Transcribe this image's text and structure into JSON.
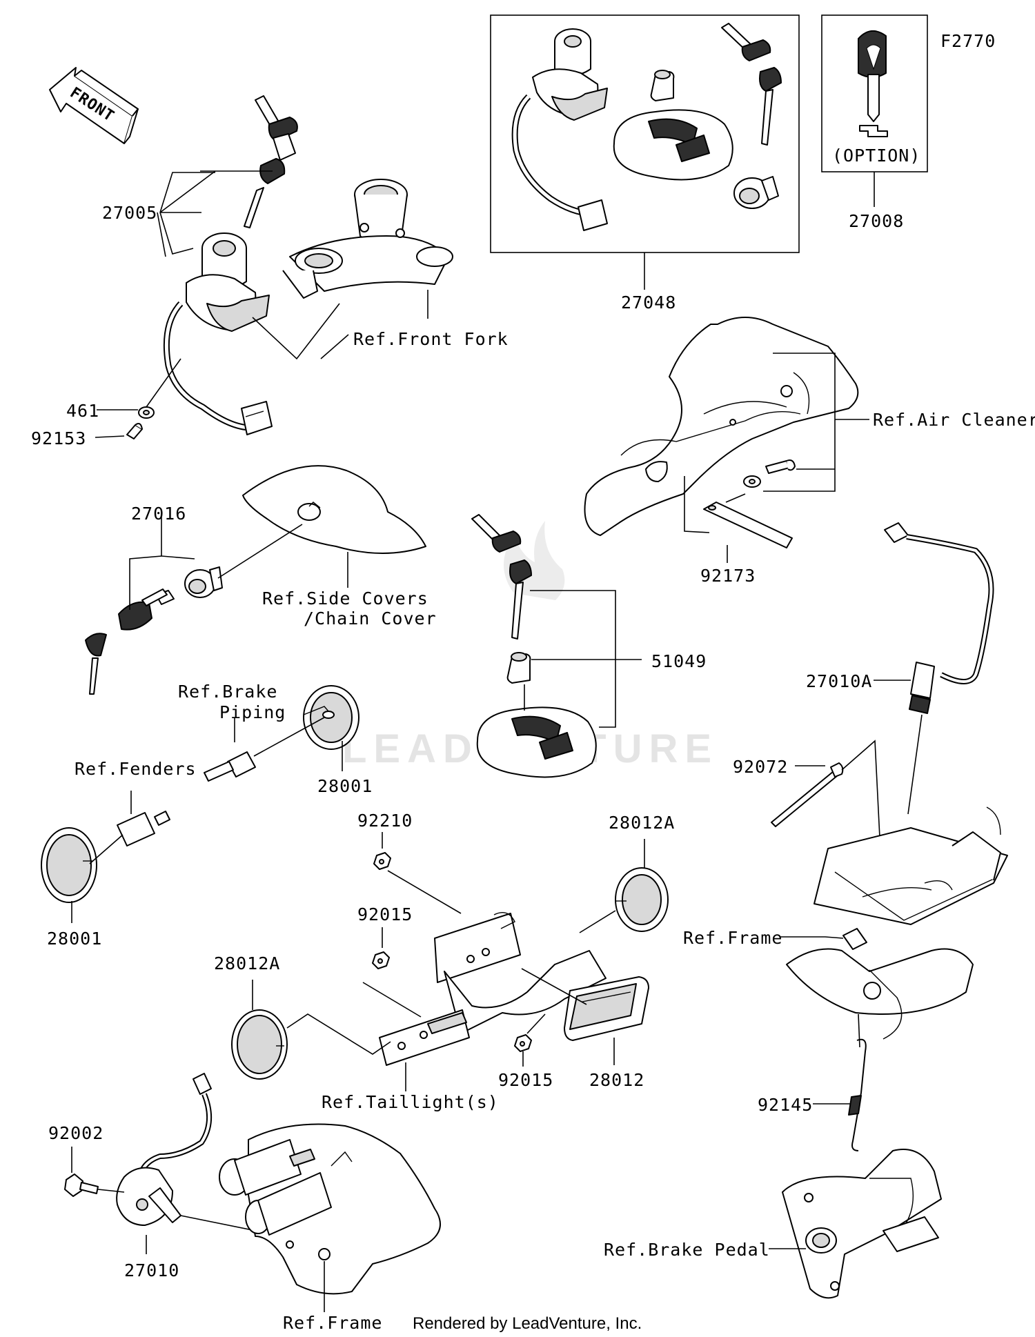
{
  "figure_code": "F2770",
  "front_arrow": "FRONT",
  "option_label": "(OPTION)",
  "watermark": "LEADVENTURE",
  "credit": "Rendered by LeadVenture, Inc.",
  "parts": {
    "p27005": "27005",
    "p461": "461",
    "p92153": "92153",
    "p27048": "27048",
    "p27008": "27008",
    "p27016": "27016",
    "p92173": "92173",
    "p51049": "51049",
    "p27010A": "27010A",
    "p28001a": "28001",
    "p28001b": "28001",
    "p92072": "92072",
    "p92210": "92210",
    "p28012Aa": "28012A",
    "p28012Ab": "28012A",
    "p92015a": "92015",
    "p92015b": "92015",
    "p28012": "28012",
    "p92145": "92145",
    "p92002": "92002",
    "p27010": "27010"
  },
  "refs": {
    "front_fork": "Ref.Front Fork",
    "air_cleaner": "Ref.Air Cleaner",
    "side_covers_1": "Ref.Side Covers",
    "side_covers_2": "/Chain Cover",
    "brake_piping_1": "Ref.Brake",
    "brake_piping_2": "Piping",
    "fenders": "Ref.Fenders",
    "frame_right": "Ref.Frame",
    "taillights": "Ref.Taillight(s)",
    "brake_pedal": "Ref.Brake Pedal",
    "frame_bottom": "Ref.Frame"
  },
  "colors": {
    "ink": "#000000",
    "paper": "#ffffff",
    "watermark": "#e4e4e4"
  }
}
